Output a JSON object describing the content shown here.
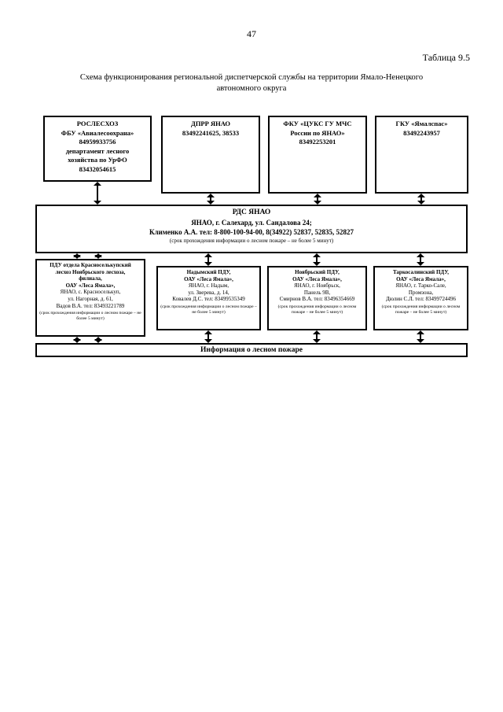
{
  "page": {
    "number": "47",
    "table_label": "Таблица 9.5",
    "title": "Схема функционирования региональной диспетчерской службы на территории Ямало-Ненецкого\nавтономного округа"
  },
  "top_boxes": [
    {
      "text": "РОСЛЕСХОЗ\nФБУ «Авиалесоохрана»\n84959933756\nдепартамент лесного\nхозяйства по УрФО\n83432054615"
    },
    {
      "text": "ДПРР ЯНАО\n83492241625, 38533"
    },
    {
      "text": "ФКУ «ЦУКС ГУ МЧС\nРоссии по ЯНАО»\n83492253201"
    },
    {
      "text": "ГКУ «Ямалспас»\n83492243957"
    }
  ],
  "rds_box": {
    "title": "РДС ЯНАО",
    "address": "ЯНАО, г. Салехард, ул. Сандалова 24;",
    "contacts": "Клименко А.А. тел: 8-800-100-94-00, 8(34922) 52837, 52835, 52827",
    "note": "(срок прохождения информации о лесном пожаре – не более 5 минут)"
  },
  "lower_boxes": [
    {
      "header": "ПДУ отдела Красноселькупский\nлесхоз Ноябрьского лесхоза,\nфилиала,\nОАУ «Леса Ямала»,",
      "address": "ЯНАО, с. Красноселькуп,\nул. Нагорная, д. 61,\nВадов В.А. тел: 83493221789",
      "note": "(срок прохождения информации о лесном пожаре – не более 5 минут)"
    },
    {
      "header": "Надымский ПДУ,\nОАУ «Леса Ямала»,",
      "address": "ЯНАО, г. Надым,\nул. Зверева, д. 14,\nКовалев Д.С. тел: 83499535349",
      "note": "(срок прохождения информации о лесном пожаре – не более 5 минут)"
    },
    {
      "header": "Ноябрьский ПДУ,\nОАУ «Леса Ямала»,",
      "address": "ЯНАО, г. Ноябрьск,\nПанель 9В,\nСмирнов В.А. тел: 83496354669",
      "note": "(срок прохождения информации о лесном пожаре – не более 5 минут)"
    },
    {
      "header": "Таркосалинский ПДУ,\nОАУ «Леса Ямала»,",
      "address": "ЯНАО, г. Тарко-Сале,\nПромзона,\nДюлин С.Л. тел: 83499724496",
      "note": "(срок прохождения информации о лесном пожаре – не более 5 минут)"
    }
  ],
  "bottom_bar": {
    "label": "Информация о лесном пожаре"
  }
}
